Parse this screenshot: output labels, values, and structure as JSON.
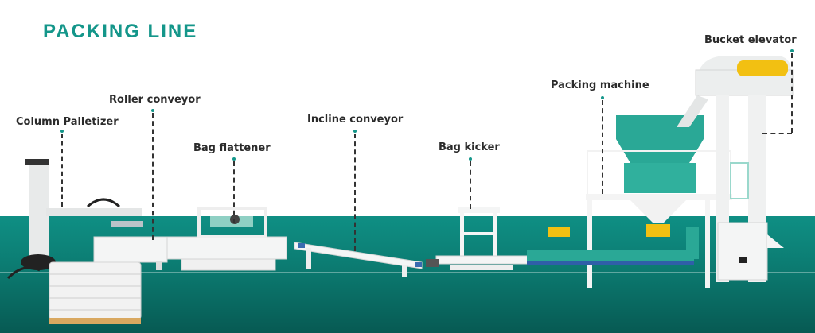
{
  "title": "PACKING LINE",
  "colors": {
    "accent": "#14968a",
    "floor": "#0c7d73",
    "machine_teal": "#2aa896",
    "highlight_yellow": "#f2c012"
  },
  "machines": [
    {
      "id": "column-palletizer",
      "label": "Column Palletizer"
    },
    {
      "id": "roller-conveyor",
      "label": "Roller conveyor"
    },
    {
      "id": "bag-flattener",
      "label": "Bag flattener"
    },
    {
      "id": "incline-conveyor",
      "label": "Incline conveyor"
    },
    {
      "id": "bag-kicker",
      "label": "Bag kicker"
    },
    {
      "id": "packing-machine",
      "label": "Packing machine"
    },
    {
      "id": "bucket-elevator",
      "label": "Bucket elevator"
    }
  ]
}
